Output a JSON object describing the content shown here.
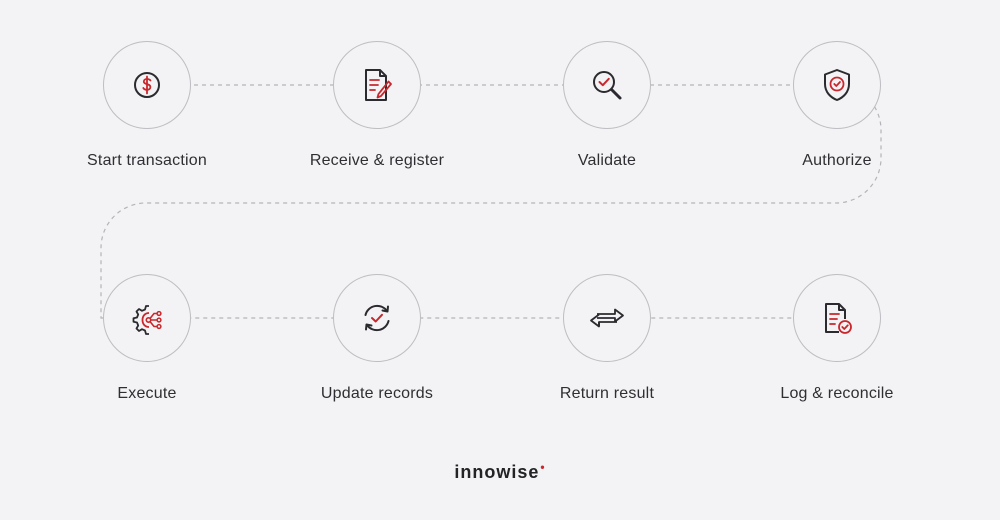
{
  "diagram": {
    "steps": [
      {
        "label": "Start transaction",
        "icon": "dollar-circle-icon"
      },
      {
        "label": "Receive & register",
        "icon": "document-pen-icon"
      },
      {
        "label": "Validate",
        "icon": "magnifier-check-icon"
      },
      {
        "label": "Authorize",
        "icon": "shield-check-icon"
      },
      {
        "label": "Execute",
        "icon": "gear-network-icon"
      },
      {
        "label": "Update records",
        "icon": "sync-check-icon"
      },
      {
        "label": "Return result",
        "icon": "swap-arrows-icon"
      },
      {
        "label": "Log & reconcile",
        "icon": "document-check-icon"
      }
    ]
  },
  "brand": {
    "name": "innowise",
    "dot": "•"
  },
  "colors": {
    "accent": "#c8282d",
    "ink": "#2b2b2f",
    "line": "#bdbdc2",
    "background": "#f3f3f5"
  }
}
